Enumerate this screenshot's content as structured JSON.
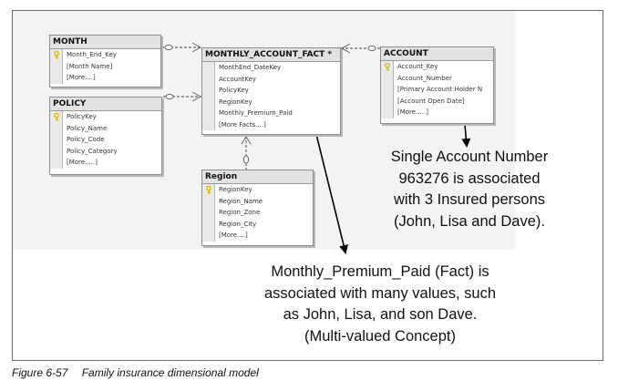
{
  "tables": {
    "month": {
      "title": "MONTH",
      "rows": [
        {
          "text": "Month_End_Key",
          "key": true
        },
        {
          "text": "[Month Name]",
          "key": false
        },
        {
          "text": "[More....]",
          "key": false
        }
      ]
    },
    "policy": {
      "title": "POLICY",
      "rows": [
        {
          "text": "PolicyKey",
          "key": true
        },
        {
          "text": "Policy_Name",
          "key": false
        },
        {
          "text": "Policy_Code",
          "key": false
        },
        {
          "text": "Policy_Category",
          "key": false
        },
        {
          "text": "[More.....]",
          "key": false
        }
      ]
    },
    "fact": {
      "title": "MONTHLY_ACCOUNT_FACT *",
      "rows": [
        {
          "text": "MonthEnd_DateKey",
          "key": false
        },
        {
          "text": "AccountKey",
          "key": false
        },
        {
          "text": "PolicyKey",
          "key": false
        },
        {
          "text": "RegionKey",
          "key": false
        },
        {
          "text": "Monthly_Premium_Paid",
          "key": false
        },
        {
          "text": "[More Facts....]",
          "key": false
        }
      ]
    },
    "account": {
      "title": "ACCOUNT",
      "rows": [
        {
          "text": "Account_Key",
          "key": true
        },
        {
          "text": "Account_Number",
          "key": false
        },
        {
          "text": "[Primary Account Holder N",
          "key": false
        },
        {
          "text": "[Account Open Date]",
          "key": false
        },
        {
          "text": "[More.....]",
          "key": false
        }
      ]
    },
    "region": {
      "title": "Region",
      "rows": [
        {
          "text": "RegionKey",
          "key": true
        },
        {
          "text": "Region_Name",
          "key": false
        },
        {
          "text": "Region_Zone",
          "key": false
        },
        {
          "text": "Region_City",
          "key": false
        },
        {
          "text": "[More....]",
          "key": false
        }
      ]
    }
  },
  "annotations": {
    "account_note": [
      "Single Account Number",
      "963276 is associated",
      "with 3 Insured persons",
      "(John, Lisa and Dave)."
    ],
    "premium_note": [
      "Monthly_Premium_Paid (Fact) is",
      "associated with many values, such",
      "as John, Lisa, and son Dave.",
      "(Multi-valued Concept)"
    ]
  },
  "caption": {
    "number": "Figure 6-57",
    "title": "Family insurance dimensional model"
  },
  "colors": {
    "canvas": "#f3f3f3",
    "header_bg": "#e2e2e2",
    "key_icon": "#d9b400",
    "connector": "#666666",
    "arrow": "#000000"
  }
}
